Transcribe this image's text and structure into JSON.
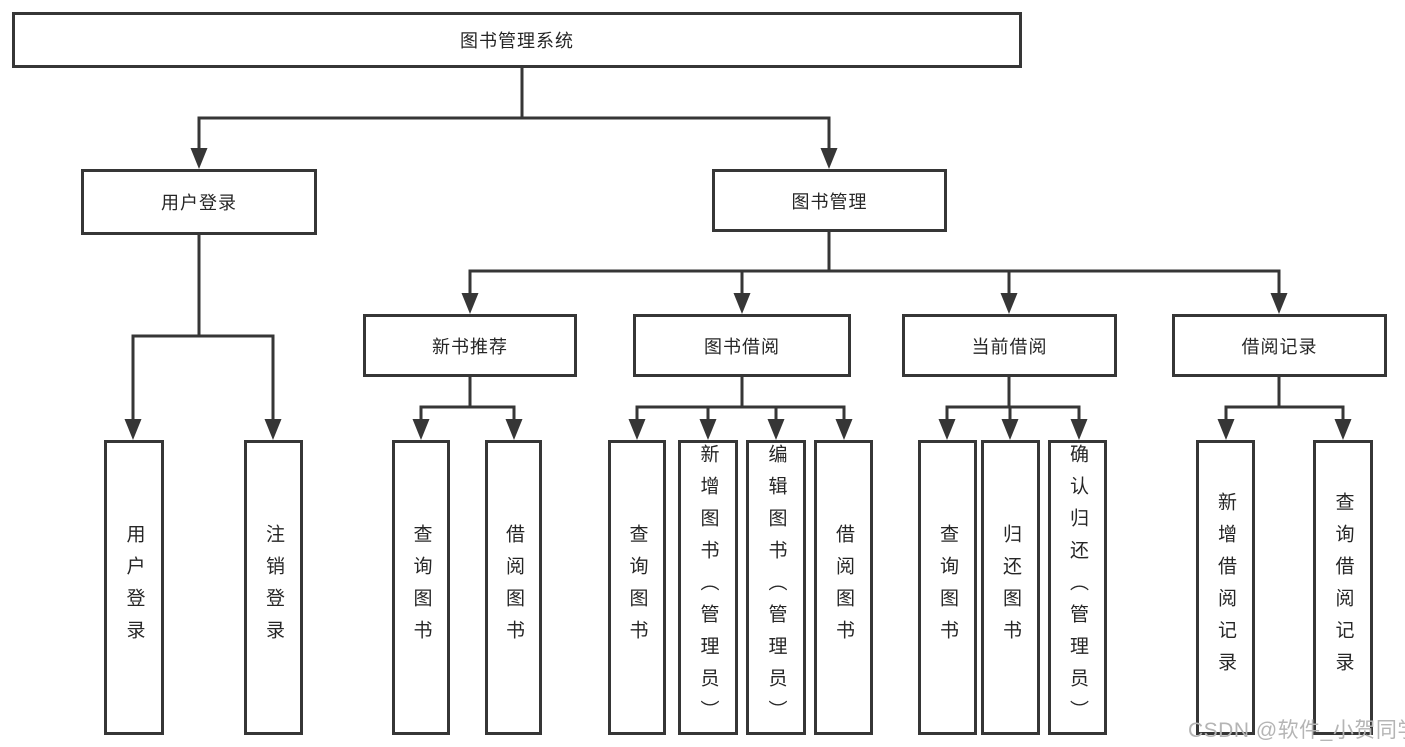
{
  "diagram": {
    "type": "hierarchy-tree",
    "watermark": "CSDN @软件_小贺同学",
    "colors": {
      "line": "#363636",
      "box_border": "#363636",
      "box_bg": "#ffffff",
      "text": "#262626",
      "watermark": "#b5b5b5"
    },
    "root": {
      "label": "图书管理系统"
    },
    "branches": [
      {
        "label": "用户登录",
        "children": [
          {
            "label": "用户登录"
          },
          {
            "label": "注销登录"
          }
        ]
      },
      {
        "label": "图书管理",
        "children": [
          {
            "label": "新书推荐",
            "children": [
              {
                "label": "查询图书"
              },
              {
                "label": "借阅图书"
              }
            ]
          },
          {
            "label": "图书借阅",
            "children": [
              {
                "label": "查询图书"
              },
              {
                "label": "新增图书（管理员）"
              },
              {
                "label": "编辑图书（管理员）"
              },
              {
                "label": "借阅图书"
              }
            ]
          },
          {
            "label": "当前借阅",
            "children": [
              {
                "label": "查询图书"
              },
              {
                "label": "归还图书"
              },
              {
                "label": "确认归还（管理员）"
              }
            ]
          },
          {
            "label": "借阅记录",
            "children": [
              {
                "label": "新增借阅记录"
              },
              {
                "label": "查询借阅记录"
              }
            ]
          }
        ]
      }
    ]
  }
}
